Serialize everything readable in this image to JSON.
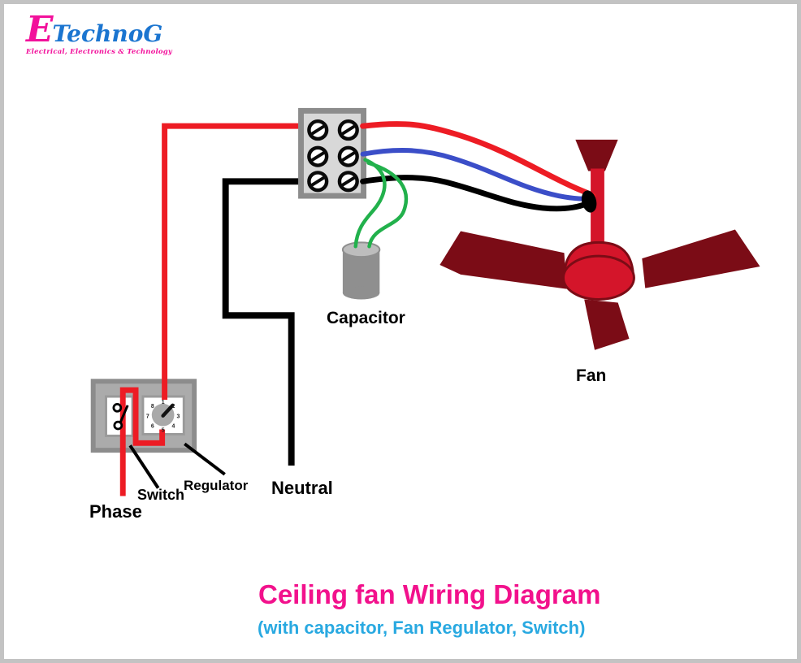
{
  "logo": {
    "initial": "E",
    "name": "TechnoG",
    "tagline": "Electrical, Electronics & Technology"
  },
  "diagram": {
    "labels": {
      "capacitor": "Capacitor",
      "fan": "Fan",
      "switch": "Switch",
      "regulator": "Regulator",
      "phase": "Phase",
      "neutral": "Neutral"
    },
    "regulator": {
      "numbers": [
        "1",
        "2",
        "3",
        "4",
        "5",
        "6",
        "7",
        "8"
      ]
    }
  },
  "title": {
    "main": "Ceiling fan Wiring Diagram",
    "subtitle": "(with capacitor, Fan Regulator, Switch)"
  },
  "colors": {
    "phase_wire_red": "#ED1C24",
    "neutral_wire_black": "#000000",
    "fan_wire_blue": "#3B4EC8",
    "capacitor_wire_green": "#22B14C",
    "fan_highlight_red": "#D4152A",
    "fan_dark_maroon": "#7B0C16",
    "terminal_block_gray": "#D8D8D8",
    "control_box_gray": "#ABABAB",
    "border_gray": "#8C8C8C",
    "title_pink": "#F2118C",
    "subtitle_blue": "#29A9E1",
    "logo_pink": "#F2119B",
    "logo_blue": "#1B75D0"
  }
}
